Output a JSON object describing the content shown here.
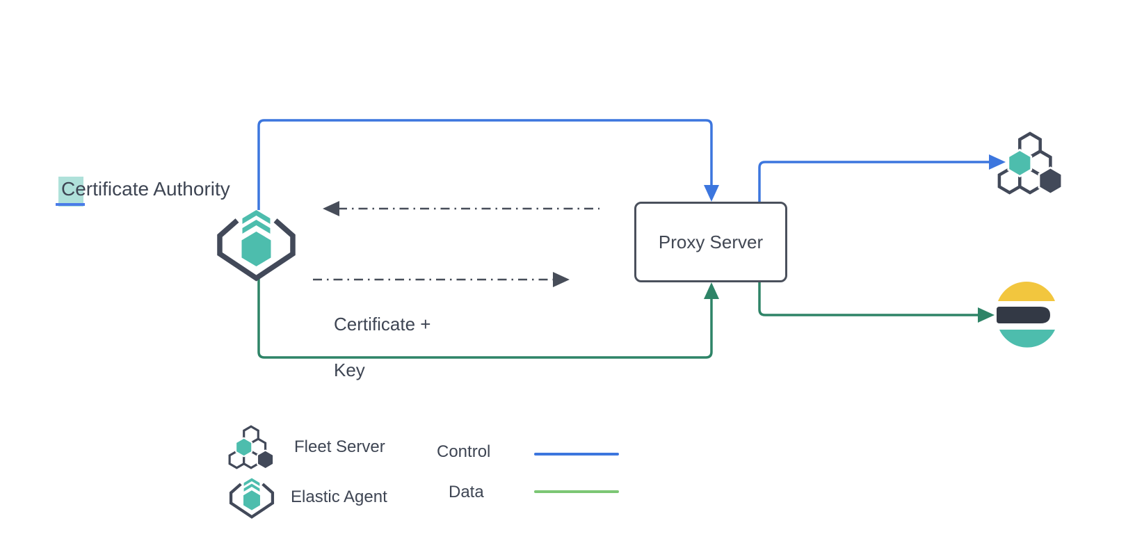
{
  "diagram": {
    "certificate_authority_label": "Certificate Authority",
    "proxy_server": {
      "label": "Proxy Server"
    },
    "certificate_key_label": {
      "line1": "Certificate +",
      "line2": "Key"
    },
    "text_selection": {
      "highlighted_character": "C",
      "highlight_color": "#9fd3c7",
      "underline_color": "#4a7ce8"
    },
    "nodes": [
      {
        "id": "elastic-agent",
        "icon": "elastic-agent-icon"
      },
      {
        "id": "proxy-server",
        "label": "Proxy Server"
      },
      {
        "id": "fleet-server",
        "icon": "fleet-server-icon"
      },
      {
        "id": "elasticsearch",
        "icon": "elasticsearch-icon"
      }
    ],
    "edges": [
      {
        "from": "elastic-agent",
        "to": "proxy-server",
        "type": "Control",
        "style": "solid-blue-arrow"
      },
      {
        "from": "proxy-server",
        "to": "fleet-server",
        "type": "Control",
        "style": "solid-blue-arrow"
      },
      {
        "from": "elastic-agent",
        "to": "proxy-server",
        "type": "Data",
        "style": "solid-green-arrow"
      },
      {
        "from": "proxy-server",
        "to": "elasticsearch",
        "type": "Data",
        "style": "solid-green-arrow"
      },
      {
        "from": "proxy-server",
        "to": "elastic-agent",
        "type": "",
        "style": "dash-dot-arrow"
      },
      {
        "from": "elastic-agent",
        "to": "proxy-server",
        "type": "Certificate + Key",
        "style": "dash-dot-arrow"
      }
    ]
  },
  "legend": {
    "fleet_server_label": "Fleet Server",
    "elastic_agent_label": "Elastic Agent",
    "control_label": "Control",
    "data_label": "Data",
    "control_line_color": "#3c76de",
    "data_line_color": "#7cc674"
  },
  "colors": {
    "control_blue": "#3c76de",
    "data_green": "#2e8467",
    "legend_data_green": "#7cc674",
    "icon_teal": "#4dbdad",
    "icon_dark_slate": "#424959",
    "elastic_yellow": "#f2c63e",
    "text": "#3e4553",
    "dashed_line": "#474d59",
    "box_border": "#4a505c"
  }
}
